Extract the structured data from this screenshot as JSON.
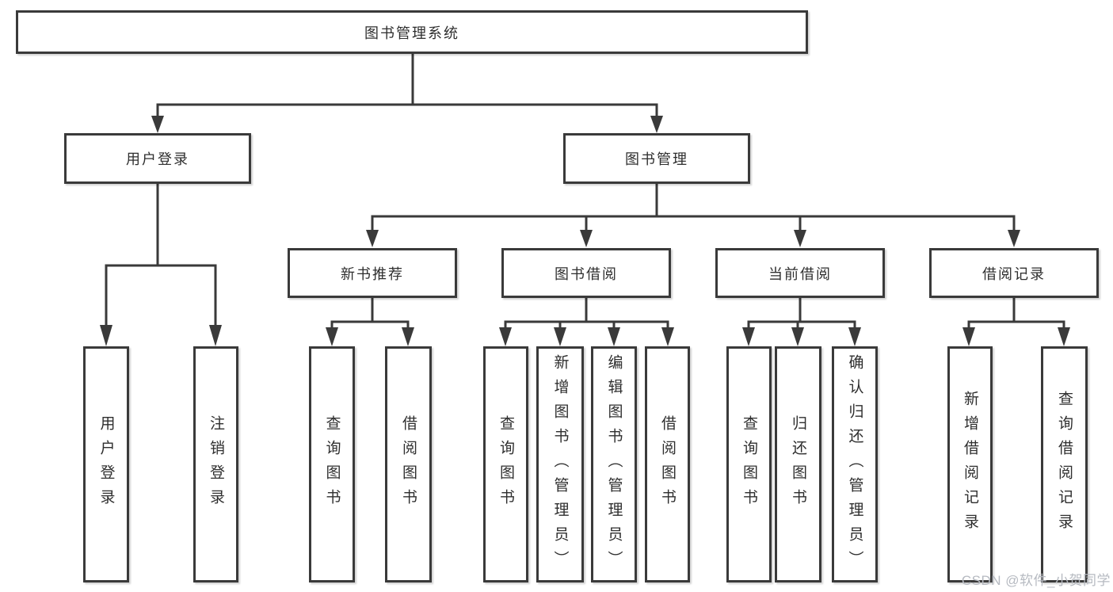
{
  "page": {
    "background": "#ffffff"
  },
  "colors": {
    "line": "#3a3a3a",
    "box_border": "#3a3a3a",
    "box_fill": "#ffffff",
    "text": "#2e2e2e"
  },
  "watermark": {
    "text": "CSDN @软件_小贺同学",
    "color": "#b6bac1"
  },
  "diagram": {
    "root": {
      "label": "图书管理系统"
    },
    "level2": [
      {
        "label": "用户登录",
        "children": [
          {
            "label": "用户登录"
          },
          {
            "label": "注销登录"
          }
        ]
      },
      {
        "label": "图书管理"
      }
    ],
    "level3": [
      {
        "label": "新书推荐",
        "children": [
          {
            "label": "查询图书"
          },
          {
            "label": "借阅图书"
          }
        ]
      },
      {
        "label": "图书借阅",
        "children": [
          {
            "label": "查询图书"
          },
          {
            "label": "新增图书（管理员）"
          },
          {
            "label": "编辑图书（管理员）"
          },
          {
            "label": "借阅图书"
          }
        ]
      },
      {
        "label": "当前借阅",
        "children": [
          {
            "label": "查询图书"
          },
          {
            "label": "归还图书"
          },
          {
            "label": "确认归还（管理员）"
          }
        ]
      },
      {
        "label": "借阅记录",
        "children": [
          {
            "label": "新增借阅记录"
          },
          {
            "label": "查询借阅记录"
          }
        ]
      }
    ]
  }
}
